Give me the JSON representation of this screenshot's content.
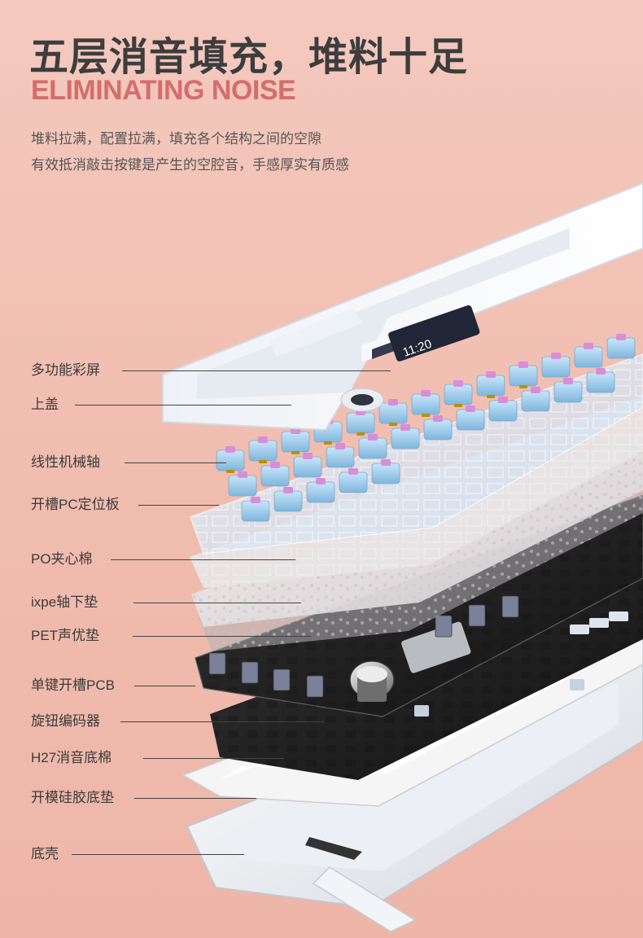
{
  "heading": {
    "title": "五层消音填充，堆料十足",
    "subtitle": "ELIMINATING NOISE",
    "description": [
      "堆料拉满，配置拉满，填充各个结构之间的空隙",
      "有效抵消敲击按键是产生的空腔音，手感厚实有质感"
    ]
  },
  "layers": [
    {
      "label": "多功能彩屏"
    },
    {
      "label": "上盖"
    },
    {
      "label": "线性机械轴"
    },
    {
      "label": "开槽PC定位板"
    },
    {
      "label": "PO夹心棉"
    },
    {
      "label": "ixpe轴下垫"
    },
    {
      "label": "PET声优垫"
    },
    {
      "label": "单键开槽PCB"
    },
    {
      "label": "旋钮编码器"
    },
    {
      "label": "H27消音底棉"
    },
    {
      "label": "开模硅胶底垫"
    },
    {
      "label": "底壳"
    }
  ],
  "screen_text": "11:20",
  "colors": {
    "background": "#f2c2b6",
    "title": "#3d3d3d",
    "subtitle": "#d46d6d",
    "switch_blue": "#9ecbe9",
    "switch_pink": "#d98dd8",
    "pcb_dark": "#222222",
    "cover_white": "#f2f3f7"
  },
  "icons": {
    "keyboard_art": "exploded-keyboard-illustration",
    "knob": "rotary-knob-icon",
    "screen": "display-screen-icon"
  }
}
